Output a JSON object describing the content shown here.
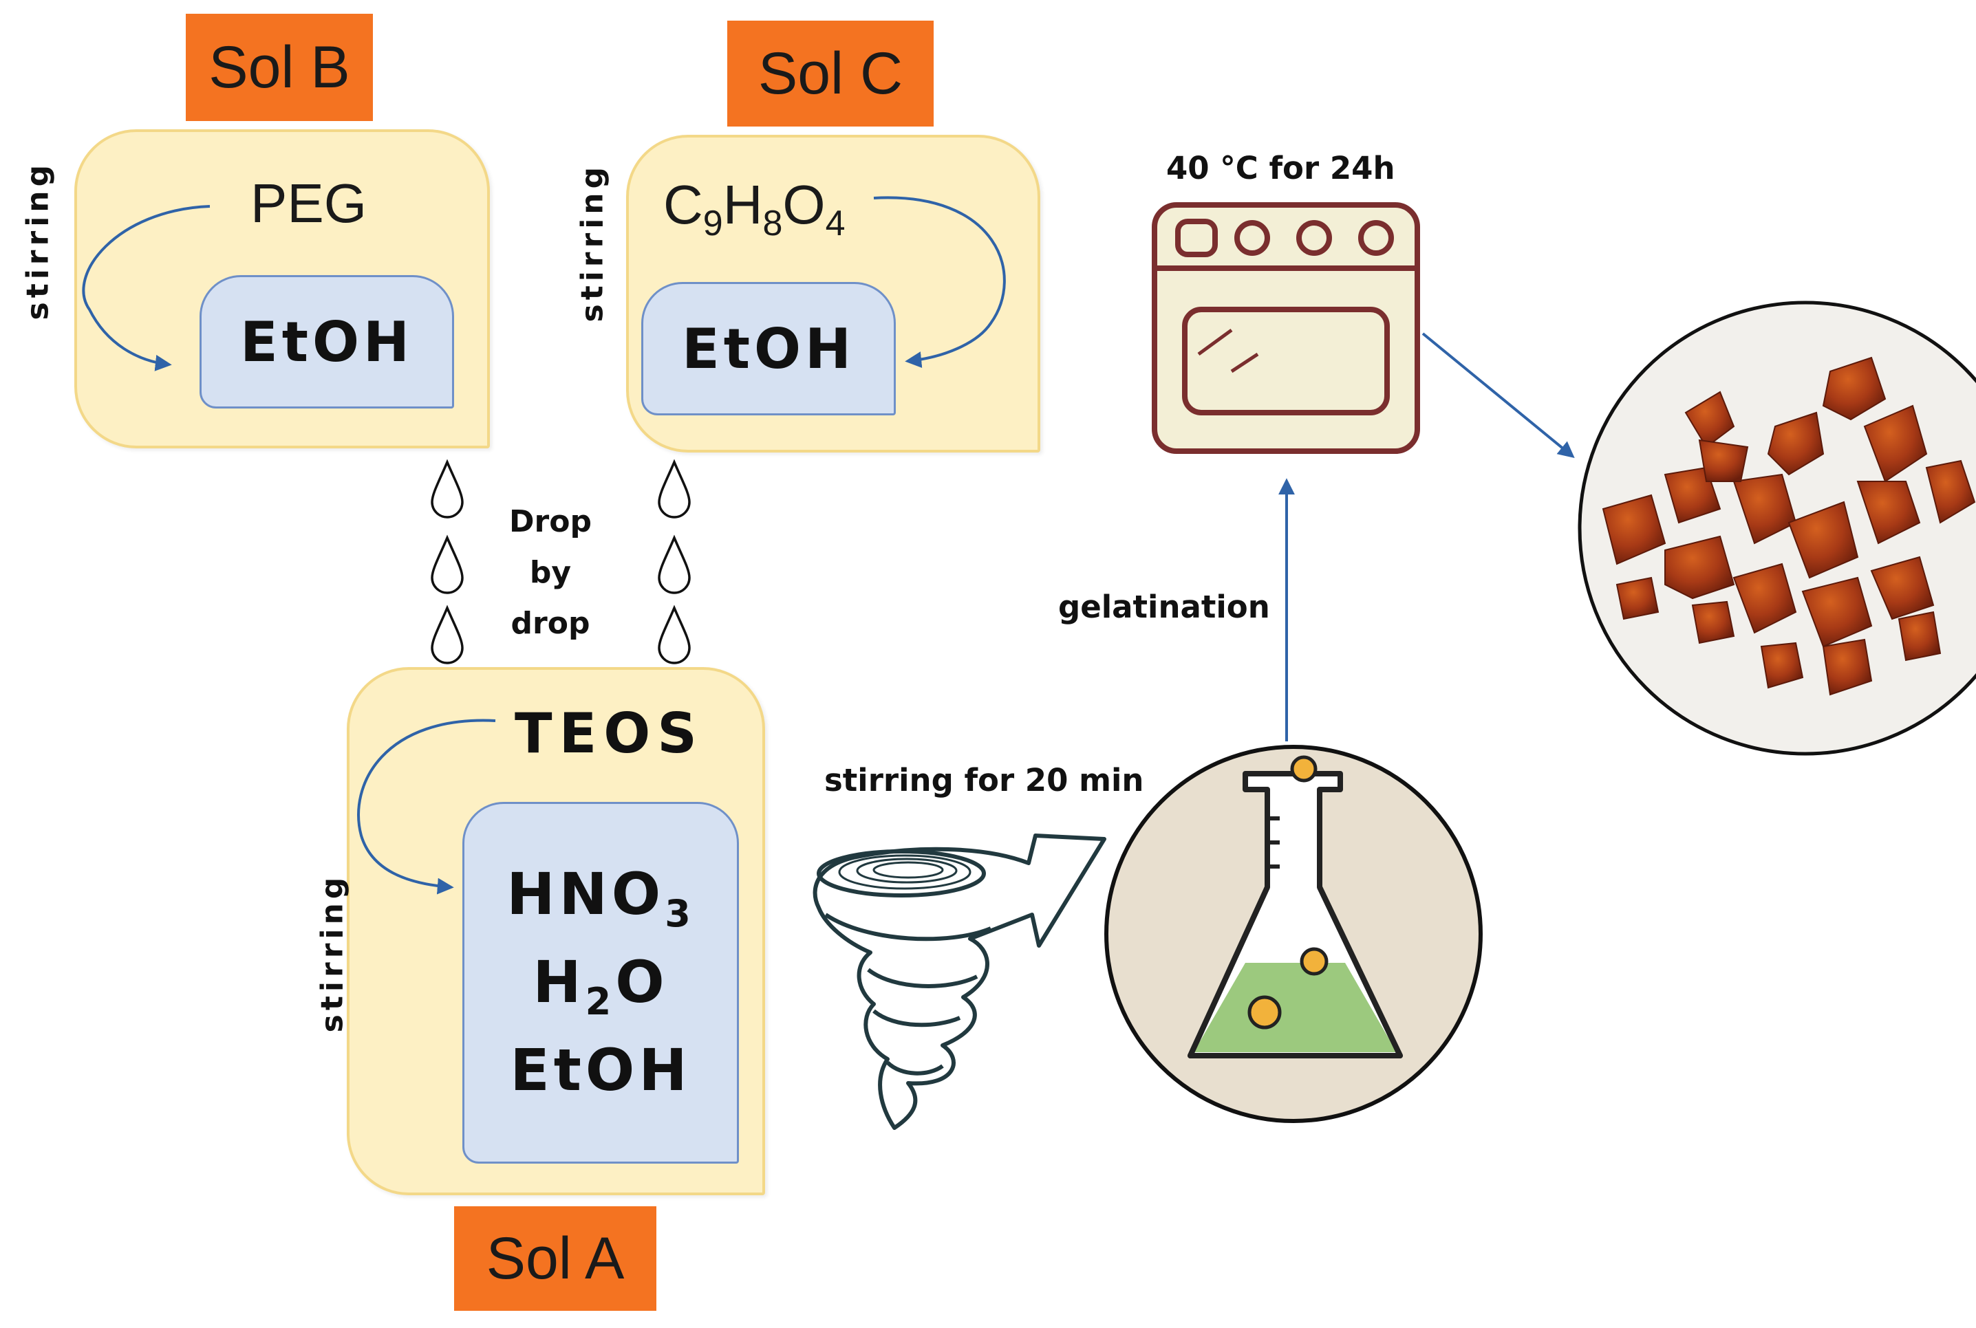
{
  "sol_b": {
    "tag": "Sol B",
    "reagent": "PEG",
    "solvent": "EtOH",
    "stir_label": "stirring"
  },
  "sol_c": {
    "tag": "Sol C",
    "reagent_parts": [
      "C",
      "9",
      "H",
      "8",
      "O",
      "4"
    ],
    "solvent": "EtOH",
    "stir_label": "stirring"
  },
  "sol_a": {
    "tag": "Sol A",
    "reagent": "TEOS",
    "solvent_lines": [
      {
        "main": "HNO",
        "sub": "3",
        "after": ""
      },
      {
        "main": "H",
        "sub": "2",
        "after": "O"
      },
      {
        "main": "EtOH",
        "sub": "",
        "after": ""
      }
    ],
    "stir_label": "stirring"
  },
  "drop_label": [
    "Drop",
    "by",
    "drop"
  ],
  "stirring_step": "stirring for 20 min",
  "gelation_step": "gelatination",
  "oven_step": "40 °C for 24h",
  "colors": {
    "tag": "#f47321",
    "sol_box": "#fdf0c4",
    "solvent_box": "#d6e1f2",
    "arrow": "#2f63a8",
    "oven": "#7a2e2e",
    "liquid": "#9cc97e"
  }
}
